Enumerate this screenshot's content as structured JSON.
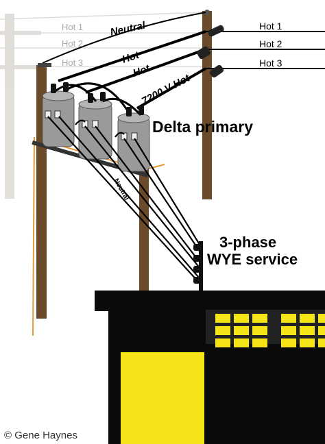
{
  "labels": {
    "neutral_top": "Neutral",
    "hot1_ghost": "Hot 1",
    "hot2_ghost": "Hot 2",
    "hot3_ghost": "Hot 3",
    "hot1_right": "Hot 1",
    "hot2_right": "Hot 2",
    "hot3_right": "Hot 3",
    "hot_a": "Hot",
    "hot_b": "Hot",
    "hot_7200": "7200 V Hot",
    "delta_primary": "Delta primary",
    "three_phase": "3-phase",
    "wye_service": "WYE service",
    "neutral_drop": "Neutral",
    "copyright": "© Gene Haynes"
  },
  "colors": {
    "pole": "#6b4a2a",
    "transformer": "#9a9a9a",
    "building": "#0a0a0a",
    "window": "#f5e418",
    "door": "#f5e418",
    "ground_wire": "#e59a3a"
  }
}
